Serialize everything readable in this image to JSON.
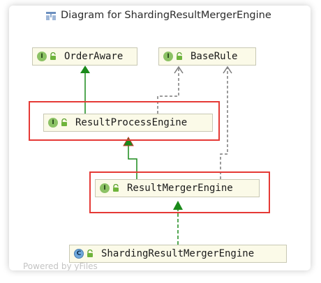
{
  "window": {
    "title": "Diagram for ShardingResultMergerEngine"
  },
  "nodes": {
    "order_aware": {
      "name": "OrderAware",
      "badge": "I"
    },
    "base_rule": {
      "name": "BaseRule",
      "badge": "I"
    },
    "result_process_engine": {
      "name": "ResultProcessEngine",
      "badge": "I"
    },
    "result_merger_engine": {
      "name": "ResultMergerEngine",
      "badge": "I"
    },
    "sharding_result_merger_engine": {
      "name": "ShardingResultMergerEngine",
      "badge": "C"
    }
  },
  "watermark": "Powered by yFiles",
  "colors": {
    "highlight": "#e53935",
    "extends_arrow": "#1a8a1a",
    "realizes_arrow": "#7a7a7a",
    "node_fill": "#fbfae8"
  },
  "icons": {
    "title": "diagram-icon",
    "interface_badge": "interface-icon",
    "class_badge": "class-icon",
    "access": "lock-icon"
  }
}
